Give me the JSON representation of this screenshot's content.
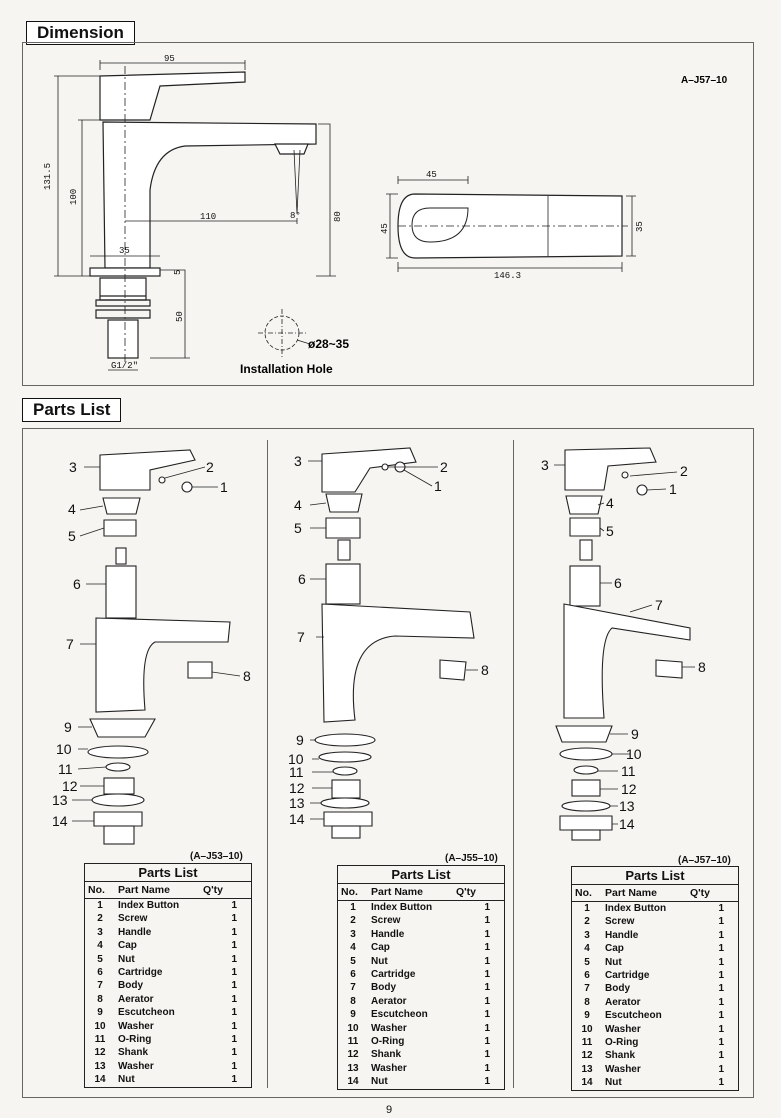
{
  "sections": {
    "dimension": "Dimension",
    "parts": "Parts List"
  },
  "dimension": {
    "model": "A–J57–10",
    "labels": {
      "d95": "95",
      "d131": "131.5",
      "d100": "100",
      "d110": "110",
      "d8": "8°",
      "d80": "80",
      "d35a": "35",
      "d5": "5",
      "d50": "50",
      "g12": "G1/2\"",
      "d45a": "45",
      "d45b": "45",
      "d35b": "35",
      "d146": "146.3",
      "hole": "ø28~35"
    },
    "installation_hole": "Installation Hole"
  },
  "callout_numbers": [
    "1",
    "2",
    "3",
    "4",
    "5",
    "6",
    "7",
    "8",
    "9",
    "10",
    "11",
    "12",
    "13",
    "14"
  ],
  "tables": [
    {
      "model": "(A–J53–10)"
    },
    {
      "model": "(A–J55–10)"
    },
    {
      "model": "(A–J57–10)"
    }
  ],
  "parts_table": {
    "title": "Parts List",
    "headers": {
      "no": "No.",
      "name": "Part Name",
      "qty": "Q'ty"
    },
    "rows": [
      {
        "no": "1",
        "name": "Index Button",
        "qty": "1"
      },
      {
        "no": "2",
        "name": "Screw",
        "qty": "1"
      },
      {
        "no": "3",
        "name": "Handle",
        "qty": "1"
      },
      {
        "no": "4",
        "name": "Cap",
        "qty": "1"
      },
      {
        "no": "5",
        "name": "Nut",
        "qty": "1"
      },
      {
        "no": "6",
        "name": "Cartridge",
        "qty": "1"
      },
      {
        "no": "7",
        "name": "Body",
        "qty": "1"
      },
      {
        "no": "8",
        "name": "Aerator",
        "qty": "1"
      },
      {
        "no": "9",
        "name": "Escutcheon",
        "qty": "1"
      },
      {
        "no": "10",
        "name": "Washer",
        "qty": "1"
      },
      {
        "no": "11",
        "name": "O-Ring",
        "qty": "1"
      },
      {
        "no": "12",
        "name": "Shank",
        "qty": "1"
      },
      {
        "no": "13",
        "name": "Washer",
        "qty": "1"
      },
      {
        "no": "14",
        "name": "Nut",
        "qty": "1"
      }
    ]
  },
  "page_number": "9"
}
